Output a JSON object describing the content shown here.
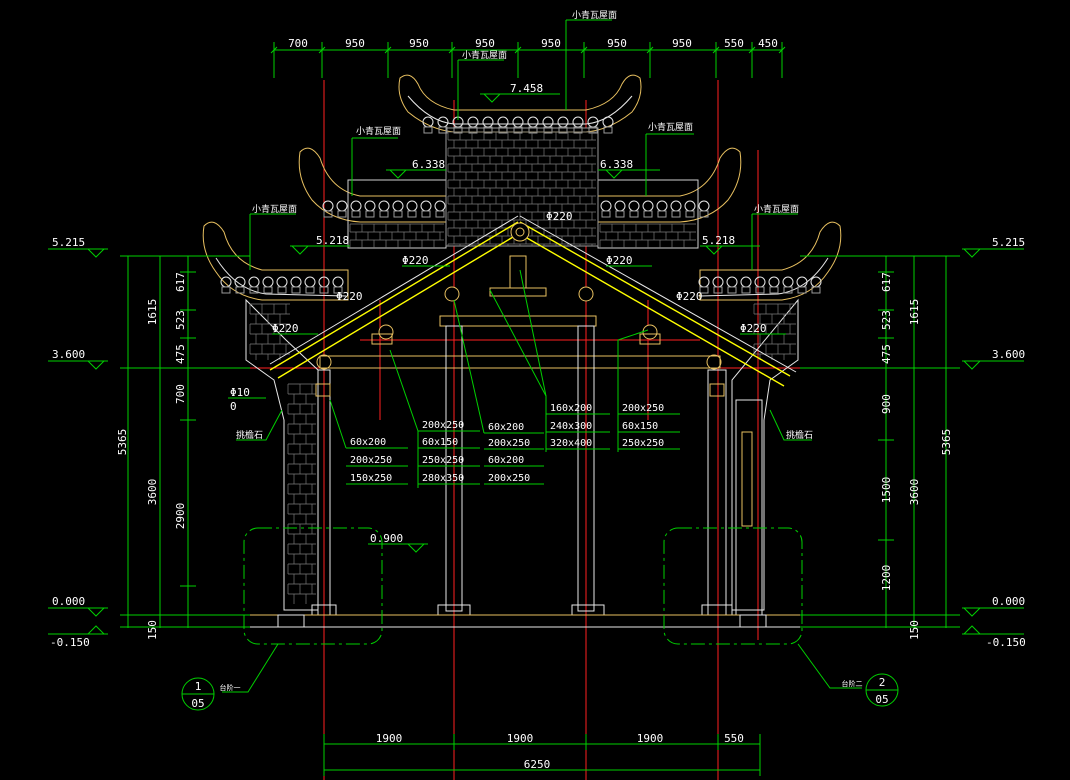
{
  "top_dims": [
    "700",
    "950",
    "950",
    "950",
    "950",
    "950",
    "950",
    "550",
    "450"
  ],
  "bottom_dims": [
    "1900",
    "1900",
    "1900",
    "550"
  ],
  "bottom_total": "6250",
  "roof_label": "小青瓦屋面",
  "elev_labels": {
    "e7458": "7.458",
    "e6338": "6.338",
    "e5218": "5.218",
    "e5215": "5.215",
    "e3600": "3.600",
    "e0900": "0.900",
    "e0000": "0.000",
    "em0150": "-0.150"
  },
  "phi": "Φ220",
  "phi_small": "Φ10",
  "phi_small_zero": "0",
  "tiao_stone": "挑檐石",
  "left_vdims": [
    "1615",
    "617",
    "523",
    "475",
    "700",
    "3600",
    "2900",
    "5365",
    "150"
  ],
  "right_vdims": [
    "617",
    "523",
    "1615",
    "475",
    "900",
    "1500",
    "3600",
    "5365",
    "1200",
    "150"
  ],
  "member_left": [
    "60x200",
    "200x250",
    "150x250"
  ],
  "member_mid1": [
    "200x250",
    "60x150",
    "250x250",
    "280x350"
  ],
  "member_mid2": [
    "60x200",
    "200x250",
    "60x200",
    "200x250"
  ],
  "member_mid3": [
    "160x200",
    "240x300",
    "320x400"
  ],
  "member_right": [
    "200x250",
    "60x150",
    "250x250"
  ],
  "detail1": {
    "num": "1",
    "sheet": "05",
    "label": "台阶一"
  },
  "detail2": {
    "num": "2",
    "sheet": "05",
    "label": "台阶二"
  },
  "colors": {
    "dim": "#00d000",
    "axis": "#ff2020",
    "line": "#e8e8e8",
    "wood": "#e8c060",
    "rafter": "#ffff00"
  }
}
